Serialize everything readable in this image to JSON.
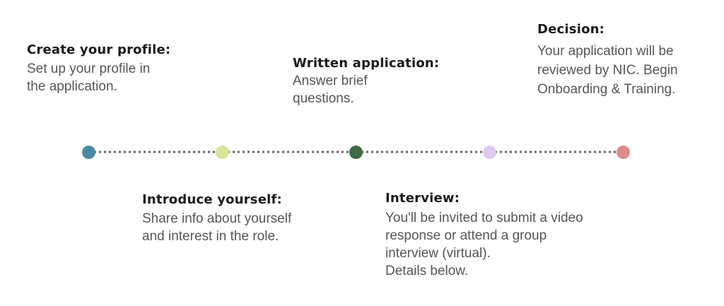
{
  "colors": {
    "line": "#666666",
    "step1": "#4a8aa5",
    "step2": "#d8e59a",
    "step3": "#3f6a43",
    "step4": "#ddc9ec",
    "step5": "#e08a8a"
  },
  "steps": [
    {
      "title": "Create your profile:",
      "desc_lines": [
        "Set up your profile in",
        "the application."
      ]
    },
    {
      "title": "Introduce yourself:",
      "desc_lines": [
        "Share info about yourself",
        "and interest in the role."
      ]
    },
    {
      "title": "Written application:",
      "desc_lines": [
        "Answer brief",
        "questions."
      ]
    },
    {
      "title": "Interview:",
      "desc_lines": [
        "You'll be invited to submit a video",
        "response or attend a group",
        "interview (virtual).",
        "Details below."
      ]
    },
    {
      "title": "Decision:",
      "desc_lines": [
        "Your application will be",
        "reviewed by NIC. Begin",
        "Onboarding & Training."
      ]
    }
  ]
}
